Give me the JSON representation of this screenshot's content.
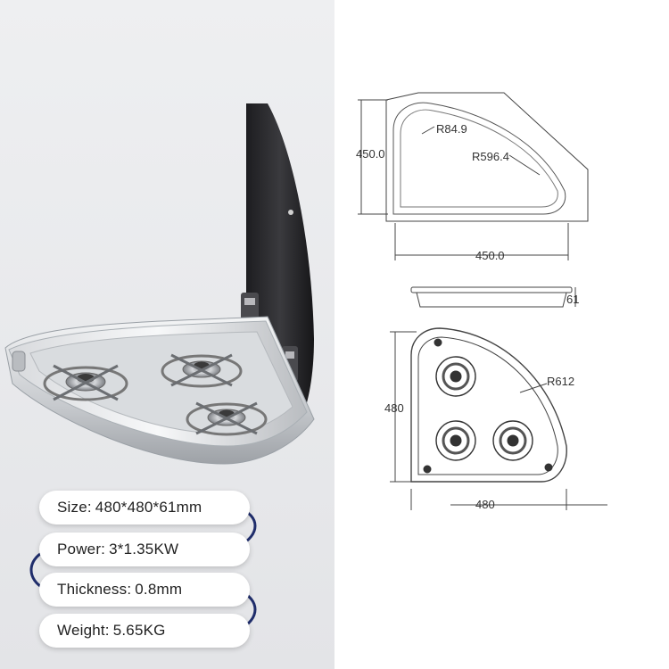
{
  "top_view": {
    "height_label": "450.0",
    "width_label": "450.0",
    "radius_small": "R84.9",
    "radius_large": "R596.4"
  },
  "side_view": {
    "depth_label": "61"
  },
  "bottom_view": {
    "height_label": "480",
    "width_label": "480",
    "radius_label": "R612"
  },
  "specs": [
    {
      "label": "Size:",
      "value": "480*480*61mm"
    },
    {
      "label": "Power:",
      "value": "3*1.35KW"
    },
    {
      "label": "Thickness:",
      "value": "0.8mm"
    },
    {
      "label": "Weight:",
      "value": "5.65KG"
    }
  ],
  "colors": {
    "connector": "#1f2d6b",
    "line": "#333333",
    "steel": "#c9ccd0",
    "glass": "#2b2b2e"
  }
}
